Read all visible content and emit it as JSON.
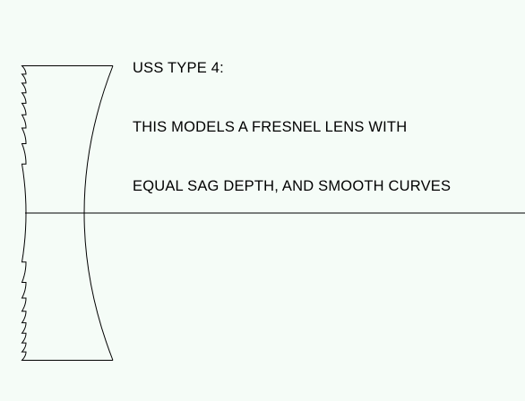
{
  "caption": {
    "line1": "USS TYPE 4:",
    "line2": "THIS MODELS A FRESNEL LENS WITH",
    "line3": "EQUAL SAG DEPTH, AND SMOOTH CURVES"
  },
  "colors": {
    "background": "#f5fcf7",
    "lines": "#000000"
  }
}
